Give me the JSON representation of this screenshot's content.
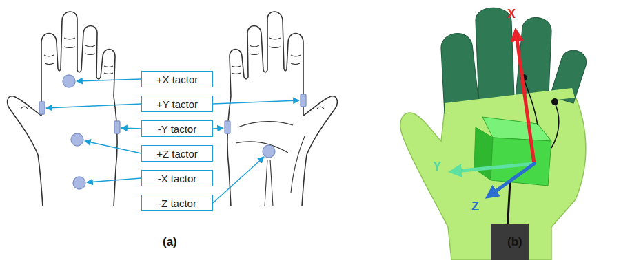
{
  "diagram": {
    "nodes": [
      {
        "text": [
          "+X tactor"
        ]
      },
      {
        "text": [
          "+Y tactor"
        ]
      },
      {
        "text": [
          "-Y tactor"
        ]
      },
      {
        "text": [
          "+Z tactor"
        ]
      },
      {
        "text": [
          "-X tactor"
        ]
      },
      {
        "text": [
          "-Z tactor"
        ]
      }
    ],
    "labels": [
      "(a)",
      "(b)",
      "X",
      "Y",
      "Z"
    ]
  }
}
